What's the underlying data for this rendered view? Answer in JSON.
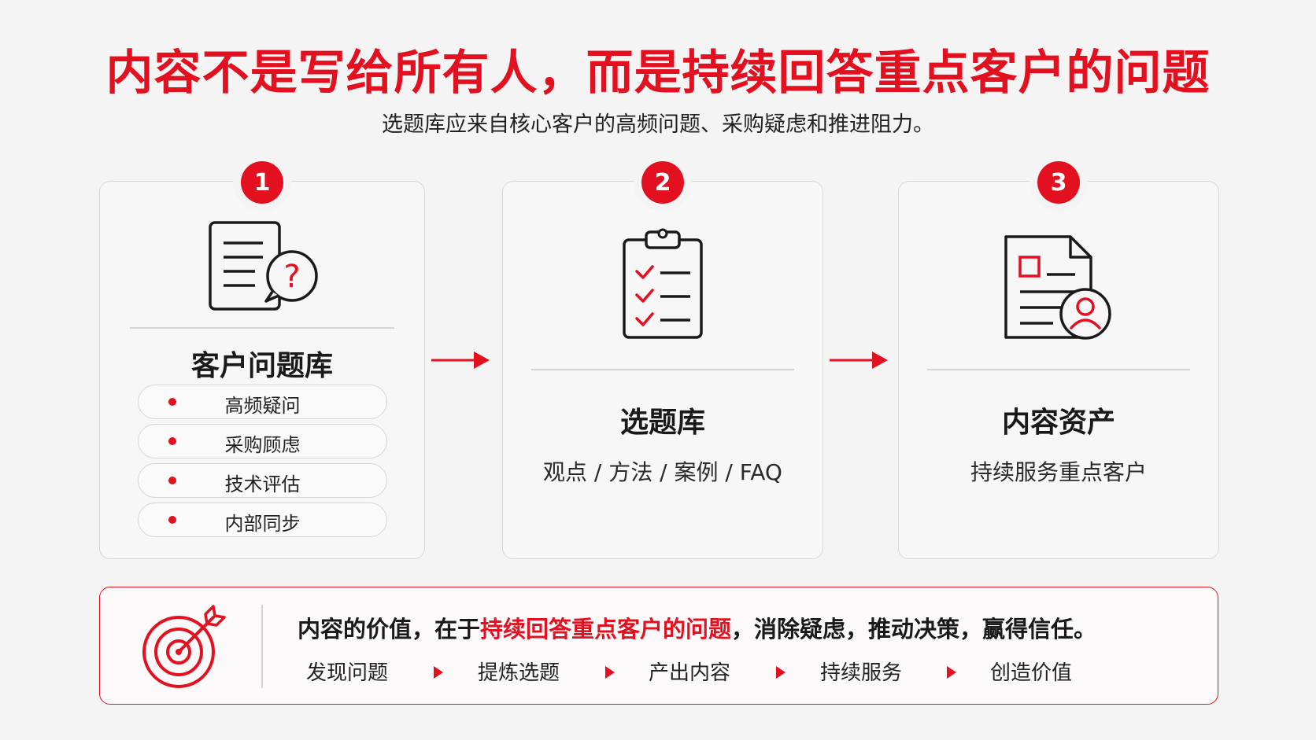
{
  "header": {
    "title": "内容不是写给所有人，而是持续回答重点客户的问题",
    "subtitle": "选题库应来自核心客户的高频问题、采购疑虑和推进阻力。"
  },
  "steps": [
    {
      "number": "1",
      "icon": "document-question-icon",
      "title": "客户问题库",
      "items": [
        "高频疑问",
        "采购顾虑",
        "技术评估",
        "内部同步"
      ]
    },
    {
      "number": "2",
      "icon": "clipboard-checklist-icon",
      "title": "选题库",
      "subtitle": "观点 / 方法 / 案例 / FAQ"
    },
    {
      "number": "3",
      "icon": "document-user-icon",
      "title": "内容资产",
      "subtitle": "持续服务重点客户"
    }
  ],
  "banner": {
    "icon": "target-arrow-icon",
    "text_before": "内容的价值，在于",
    "text_highlight": "持续回答重点客户的问题",
    "text_after": "，消除疑虑，推动决策，赢得信任。",
    "flow": [
      "发现问题",
      "提炼选题",
      "产出内容",
      "持续服务",
      "创造价值"
    ]
  },
  "colors": {
    "accent": "#e3101f",
    "background": "#f4f4f5",
    "card_border": "#d8d8dc"
  }
}
